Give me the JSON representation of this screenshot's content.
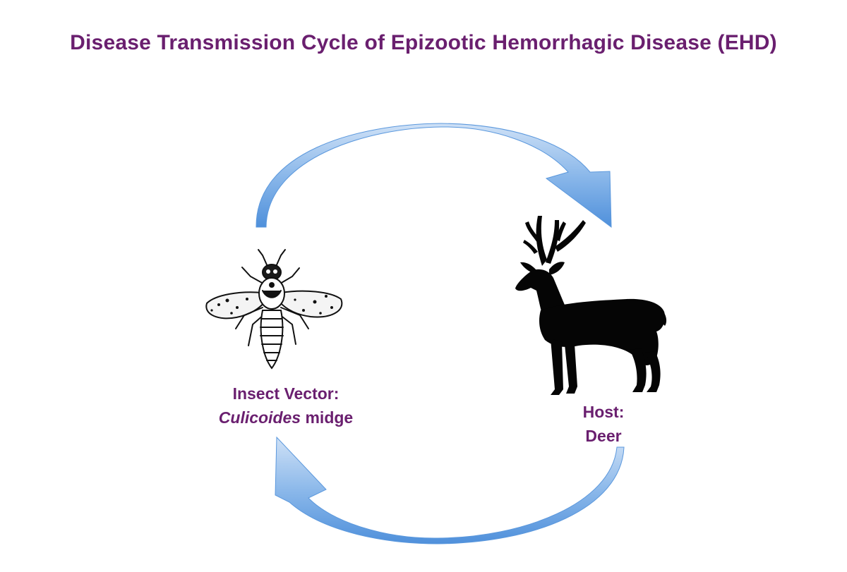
{
  "title": "Disease Transmission Cycle of Epizootic Hemorrhagic Disease (EHD)",
  "vector": {
    "line1": "Insect Vector:",
    "genus": "Culicoides",
    "common": " midge",
    "icon": "midge-icon"
  },
  "host": {
    "line1": "Host:",
    "line2": "Deer",
    "icon": "deer-icon"
  },
  "colors": {
    "title": "#6a1f6f",
    "arrow_light": "#b7d3f2",
    "arrow_dark": "#5f9ce0"
  }
}
